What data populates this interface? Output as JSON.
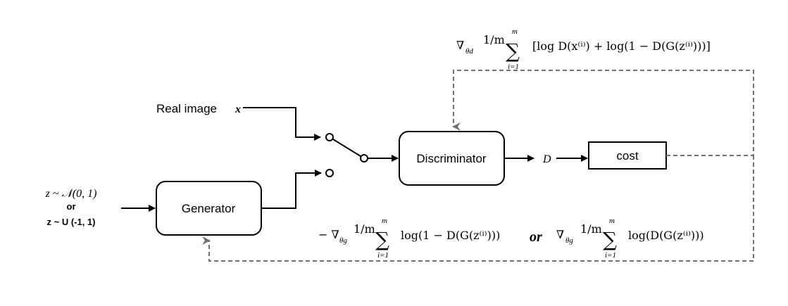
{
  "nodes": {
    "generator": "Generator",
    "discriminator": "Discriminator",
    "cost": "cost"
  },
  "labels": {
    "real_image": "Real image",
    "real_image_var": "x",
    "d_output": "D"
  },
  "noise": {
    "line1": "z ~ 𝒩(0, 1)",
    "or": "or",
    "line2": "z ~ U (-1, 1)"
  },
  "formulas": {
    "disc_grad_prefix": "∇",
    "disc_grad_sub": "θd",
    "disc_frac": "1/m",
    "disc_sum_top": "m",
    "disc_sum_bottom": "i=1",
    "disc_body": "[log D(x⁽ⁱ⁾) + log(1 − D(G(z⁽ⁱ⁾)))]",
    "gen_left_prefix": "− ∇",
    "gen_left_sub": "θg",
    "gen_left_frac": "1/m",
    "gen_left_sum_top": "m",
    "gen_left_sum_bottom": "i=1",
    "gen_left_body": "log(1 − D(G(z⁽ⁱ⁾)))",
    "or_word": "or",
    "gen_right_prefix": "∇",
    "gen_right_sub": "θg",
    "gen_right_frac": "1/m",
    "gen_right_sum_top": "m",
    "gen_right_sum_bottom": "i=1",
    "gen_right_body": "log(D(G(z⁽ⁱ⁾)))"
  },
  "colors": {
    "stroke": "#000000",
    "feedback": "#707070"
  }
}
